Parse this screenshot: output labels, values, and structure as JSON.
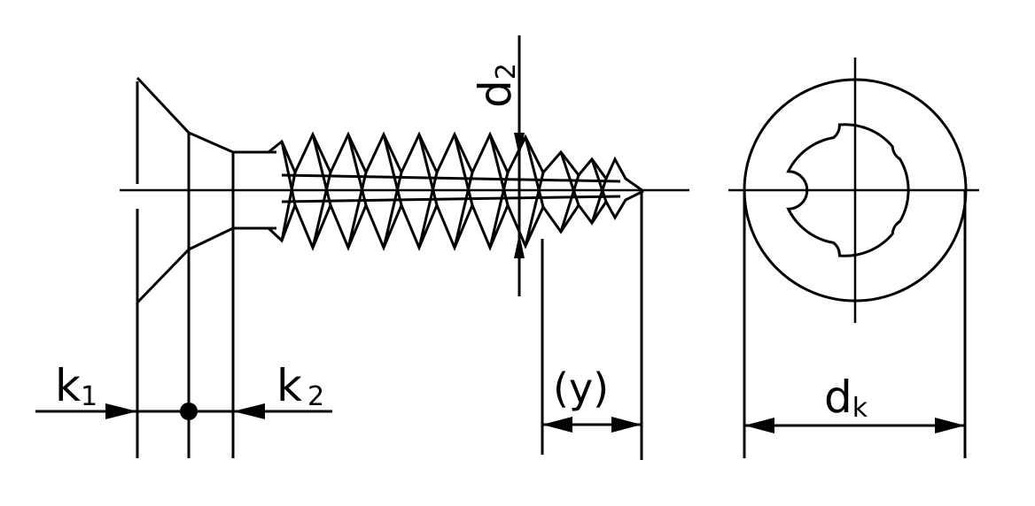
{
  "diagram": {
    "subject": "countersunk-head-tapping-screw-hexalobular-drive",
    "colors": {
      "ink": "#000000",
      "paper": "#ffffff"
    },
    "labels": {
      "k1_main": "k",
      "k1_sub": "1",
      "k2_main": "k",
      "k2_sub": "2",
      "d2_main": "d",
      "d2_sub": "2",
      "y": "(y)",
      "dk_main": "d",
      "dk_sub": "k"
    }
  }
}
